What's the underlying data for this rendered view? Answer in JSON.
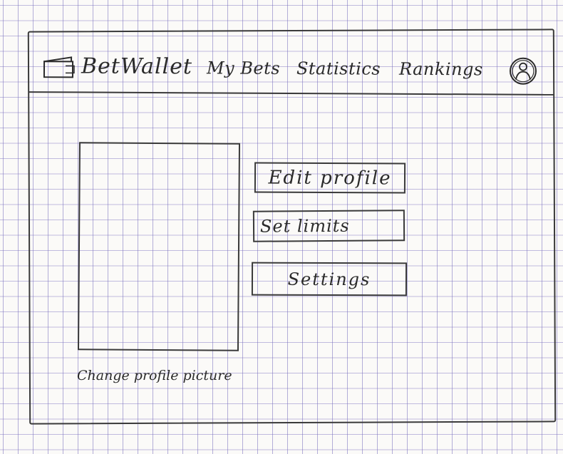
{
  "navbar": {
    "brand_label": "BetWallet",
    "brand_icon": "wallet-icon",
    "items": [
      {
        "label": "My Bets"
      },
      {
        "label": "Statistics"
      },
      {
        "label": "Rankings"
      }
    ],
    "avatar_icon": "user-avatar-icon"
  },
  "profile": {
    "change_picture_label": "Change profile picture",
    "buttons": {
      "edit_profile": "Edit profile",
      "set_limits": "Set limits",
      "settings": "Settings"
    }
  },
  "colors": {
    "ink": "#2a2a2a",
    "grid_line": "#786ebe",
    "paper": "#fbfaf8"
  }
}
